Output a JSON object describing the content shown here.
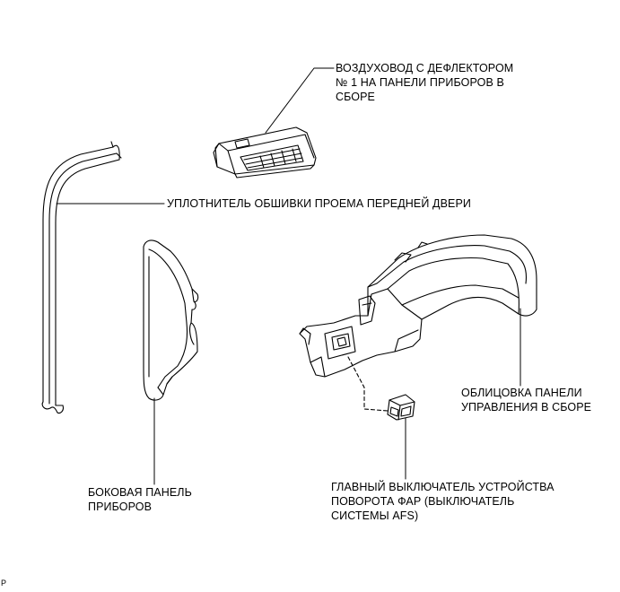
{
  "labels": {
    "vent": {
      "line1": "ВОЗДУХОВОД С ДЕФЛЕКТОРОМ",
      "line2": "№ 1 НА ПАНЕЛИ ПРИБОРОВ В",
      "line3": "СБОРЕ"
    },
    "seal": {
      "line1": "УПЛОТНИТЕЛЬ ОБШИВКИ ПРОЕМА ПЕРЕДНЕЙ ДВЕРИ"
    },
    "cluster": {
      "line1": "ОБЛИЦОВКА ПАНЕЛИ",
      "line2": "УПРАВЛЕНИЯ В СБОРЕ"
    },
    "side_panel": {
      "line1": "БОКОВАЯ ПАНЕЛЬ",
      "line2": "ПРИБОРОВ"
    },
    "switch": {
      "line1": "ГЛАВНЫЙ ВЫКЛЮЧАТЕЛЬ УСТРОЙСТВА",
      "line2": "ПОВОРОТА ФАР (ВЫКЛЮЧАТЕЛЬ",
      "line3": "СИСТЕМЫ AFS)"
    }
  },
  "figure_code": "P"
}
